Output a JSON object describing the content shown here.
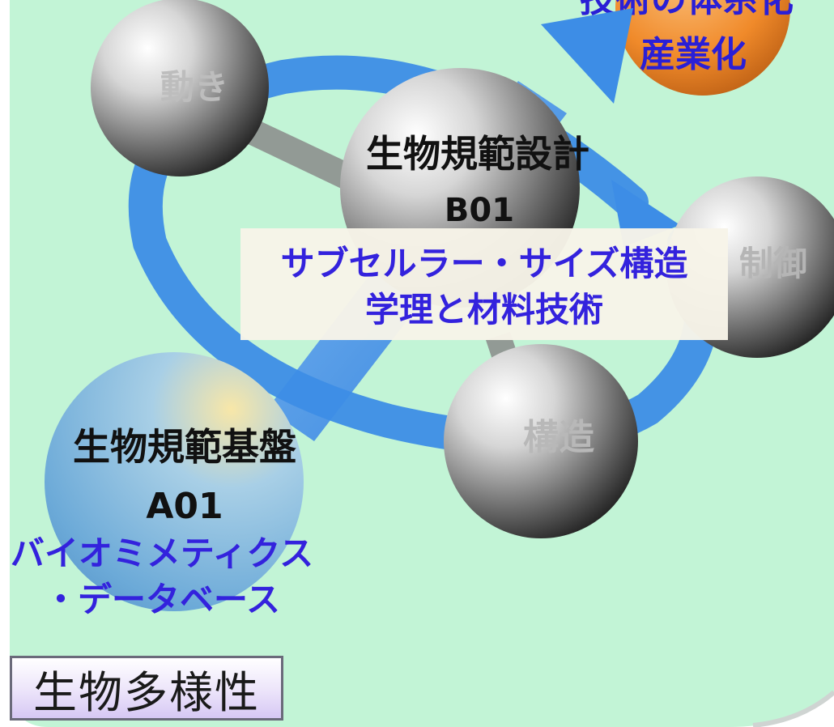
{
  "top_result": {
    "line1": "技術の体系化",
    "line2": "産業化"
  },
  "spheres": {
    "movement": "動き",
    "control": "制御",
    "structure": "構造"
  },
  "design_unit": {
    "title": "生物規範設計",
    "code": "B01",
    "desc_line1": "サブセルラー・サイズ構造",
    "desc_line2": "学理と材料技術"
  },
  "base_unit": {
    "title": "生物規範基盤",
    "code": "A01",
    "desc_line1": "バイオミメティクス",
    "desc_line2": "・データベース"
  },
  "footer": {
    "label": "生物多様性"
  },
  "colors": {
    "background": "#c2f4d6",
    "arrow": "#3d8de6",
    "accent_text": "#3322dd",
    "result_circle": "#f08a2a"
  }
}
